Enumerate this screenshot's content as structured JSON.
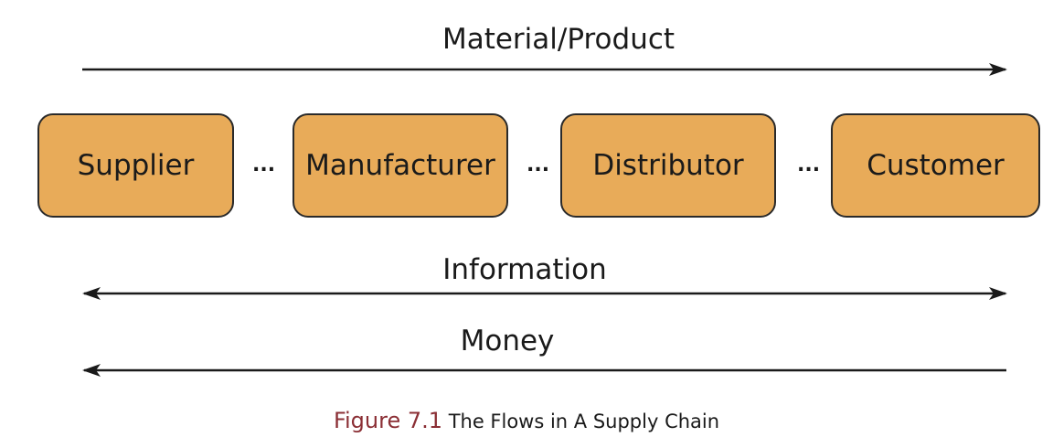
{
  "diagram": {
    "flows": [
      {
        "label": "Material/Product",
        "direction": "right"
      },
      {
        "label": "Information",
        "direction": "both"
      },
      {
        "label": "Money",
        "direction": "left"
      }
    ],
    "nodes": [
      {
        "label": "Supplier"
      },
      {
        "label": "Manufacturer"
      },
      {
        "label": "Distributor"
      },
      {
        "label": "Customer"
      }
    ],
    "separator": "...",
    "colors": {
      "node_fill": "#e8ab59",
      "caption_accent": "#8b2f35"
    }
  },
  "caption": {
    "figure_number": "Figure 7.1",
    "text": " The Flows in A Supply Chain"
  }
}
